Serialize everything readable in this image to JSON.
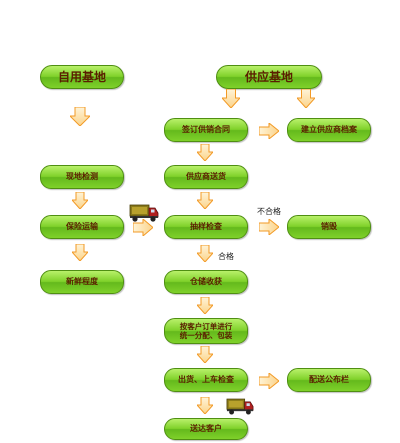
{
  "diagram": {
    "left": {
      "header": "自用基地",
      "steps": [
        "现地检测",
        "保险运输",
        "新鲜程度"
      ]
    },
    "right": {
      "header": "供应基地",
      "steps": [
        "签订供销合同",
        "供应商送货",
        "抽样检查",
        "仓储收获",
        "按客户订单进行\n统一分配、包装",
        "出货、上车检查",
        "送达客户"
      ],
      "side_steps": [
        "建立供应商档案",
        "销毁",
        "配送公布栏"
      ]
    },
    "labels": {
      "fail": "不合格",
      "pass": "合格"
    },
    "colors": {
      "box_fill": "#7fd12a",
      "box_border": "#4f8f12",
      "text": "#5a1f00",
      "arrow_fill": "#fce0a0",
      "arrow_border": "#f29a26"
    },
    "icons": [
      "down-arrow-icon",
      "right-arrow-icon",
      "truck-icon"
    ]
  }
}
